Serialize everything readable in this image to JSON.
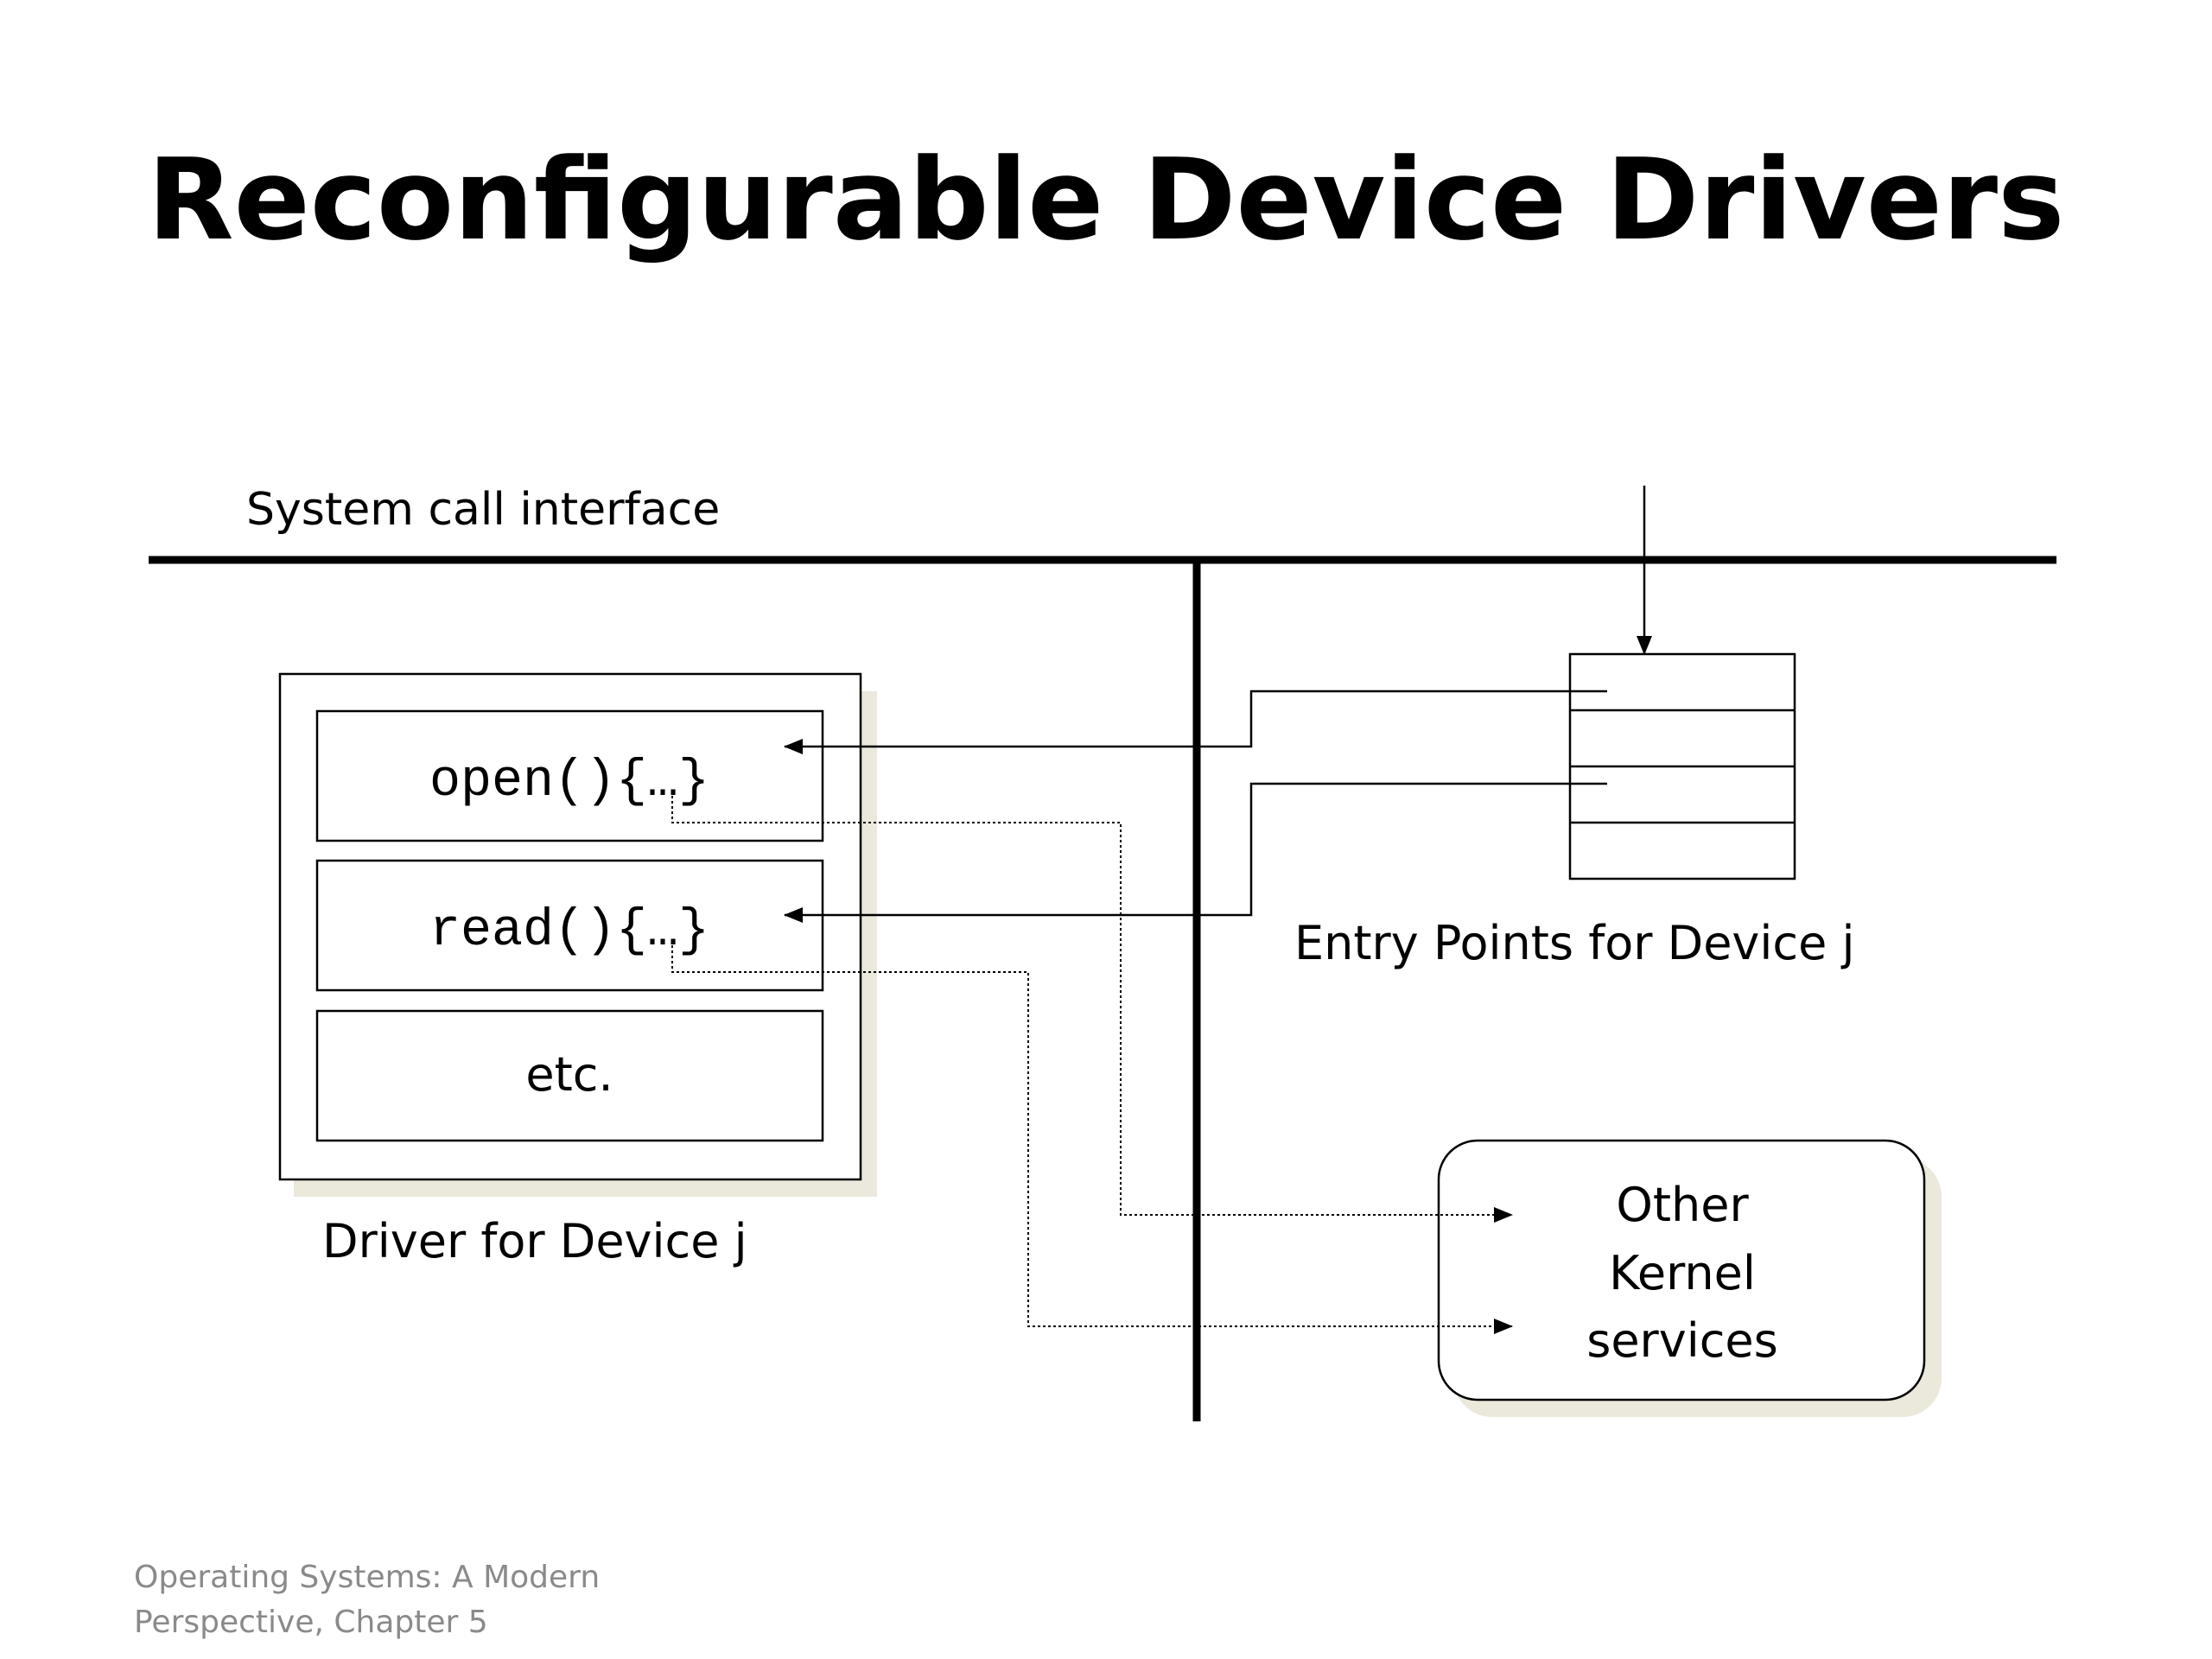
{
  "slide": {
    "title": "Reconfigurable Device Drivers",
    "footer_line1": "Operating Systems: A Modern",
    "footer_line2": "Perspective, Chapter 5"
  },
  "diagram": {
    "syscall_label": "System call interface",
    "driver": {
      "label": "Driver for Device j",
      "functions": [
        "open(){…}",
        "read(){…}",
        "etc."
      ]
    },
    "entry_points": {
      "label": "Entry Points for Device j",
      "rows": 4
    },
    "kernel_services": {
      "lines": [
        "Other",
        "Kernel",
        "services"
      ]
    },
    "colors": {
      "line": "#000000",
      "shadow": "#ebe8dc",
      "footer_text": "#8a8a8a"
    }
  }
}
